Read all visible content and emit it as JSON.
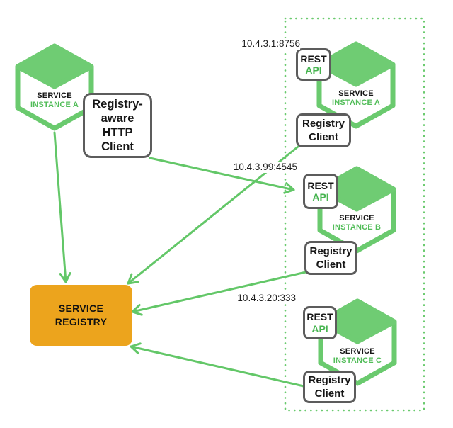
{
  "left_instance": {
    "service_label": "SERVICE",
    "instance_label": "INSTANCE A"
  },
  "http_client": {
    "lines": [
      "Registry-",
      "aware",
      "HTTP",
      "Client"
    ]
  },
  "service_registry": {
    "lines": [
      "SERVICE",
      "REGISTRY"
    ]
  },
  "instances": [
    {
      "address": "10.4.3.1:8756",
      "rest_api": {
        "line1": "REST",
        "line2": "API"
      },
      "service_label": "SERVICE",
      "instance_label": "INSTANCE A",
      "registry_client": {
        "line1": "Registry",
        "line2": "Client"
      }
    },
    {
      "address": "10.4.3.99:4545",
      "rest_api": {
        "line1": "REST",
        "line2": "API"
      },
      "service_label": "SERVICE",
      "instance_label": "INSTANCE B",
      "registry_client": {
        "line1": "Registry",
        "line2": "Client"
      }
    },
    {
      "address": "10.4.3.20:333",
      "rest_api": {
        "line1": "REST",
        "line2": "API"
      },
      "service_label": "SERVICE",
      "instance_label": "INSTANCE C",
      "registry_client": {
        "line1": "Registry",
        "line2": "Client"
      }
    }
  ],
  "colors": {
    "green_line": "#63c768",
    "green_fill": "#6fcc73",
    "green_text": "#48b551",
    "orange_registry": "#eca41d",
    "box_border_gray": "#5c5c5c",
    "text_black": "#161616"
  }
}
